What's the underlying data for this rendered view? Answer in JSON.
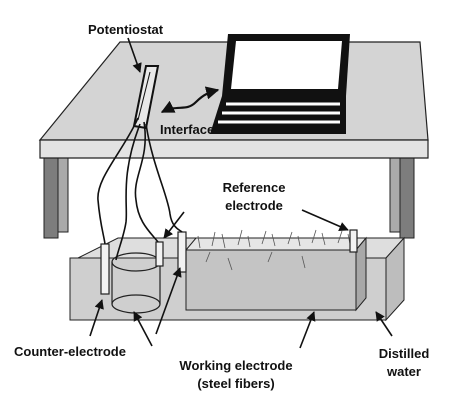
{
  "labels": {
    "potentiostat": "Potentiostat",
    "interface": "Interface",
    "reference_line1": "Reference",
    "reference_line2": "electrode",
    "counter_electrode": "Counter-electrode",
    "working_line1": "Working electrode",
    "working_line2": "(steel fibers)",
    "distilled_line1": "Distilled",
    "distilled_line2": "water"
  },
  "colors": {
    "table_top": "#d4d4d4",
    "table_leg": "#7d7d7d",
    "outline": "#222222",
    "tank_fill": "#cfcfcf",
    "laptop_screen": "#ffffff",
    "laptop_frame": "#111111"
  },
  "icons": [
    "potentiostat-device",
    "laptop-icon",
    "electrochemical-cell"
  ]
}
